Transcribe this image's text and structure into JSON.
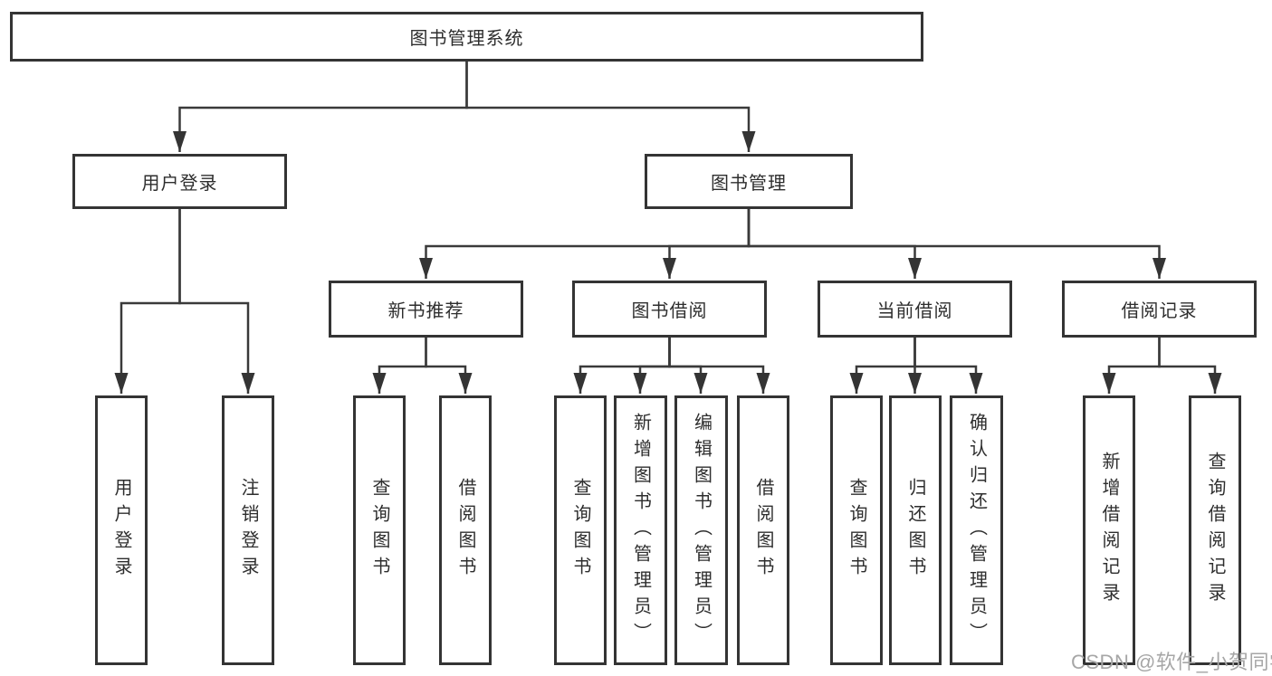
{
  "diagram": {
    "label": "图书管理系统",
    "children": [
      {
        "label": "用户登录",
        "children": [
          {
            "label": "用户登录"
          },
          {
            "label": "注销登录"
          }
        ]
      },
      {
        "label": "图书管理",
        "children": [
          {
            "label": "新书推荐",
            "children": [
              {
                "label": "查询图书"
              },
              {
                "label": "借阅图书"
              }
            ]
          },
          {
            "label": "图书借阅",
            "children": [
              {
                "label": "查询图书"
              },
              {
                "label": "新增图书（管理员）"
              },
              {
                "label": "编辑图书（管理员）"
              },
              {
                "label": "借阅图书"
              }
            ]
          },
          {
            "label": "当前借阅",
            "children": [
              {
                "label": "查询图书"
              },
              {
                "label": "归还图书"
              },
              {
                "label": "确认归还（管理员）"
              }
            ]
          },
          {
            "label": "借阅记录",
            "children": [
              {
                "label": "新增借阅记录"
              },
              {
                "label": "查询借阅记录"
              }
            ]
          }
        ]
      }
    ]
  },
  "watermark": {
    "text": "CSDN @软件_小贺同学",
    "color": "#a6a6a6"
  },
  "colors": {
    "line": "#3a3a3a",
    "arrow": "#343434",
    "box_border": "#343434",
    "text": "#2e2e2e",
    "background": "#ffffff"
  }
}
